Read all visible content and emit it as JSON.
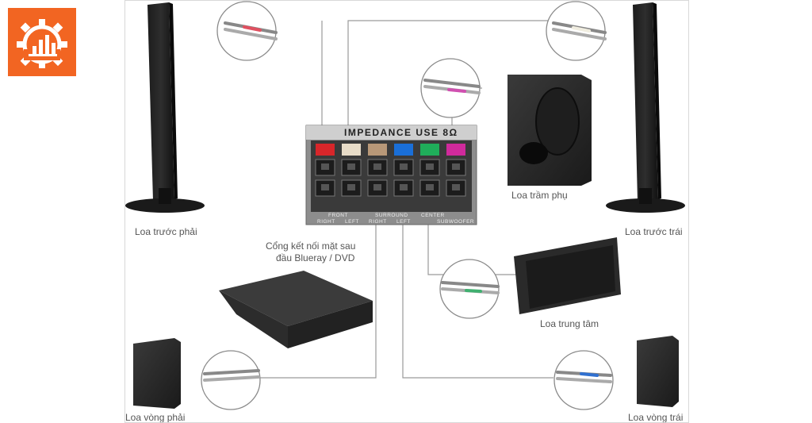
{
  "logo": {
    "icon": "gear-chart-icon",
    "color": "#f26522"
  },
  "panel": {
    "title": "IMPEDANCE USE 8Ω",
    "group_front": "FRONT",
    "group_surround": "SURROUND",
    "group_center": "CENTER",
    "front_right": "RIGHT",
    "front_left": "LEFT",
    "surround_right": "RIGHT",
    "surround_left": "LEFT",
    "subwoofer": "SUBWOOFER",
    "terminal_colors": [
      "#d8262a",
      "#e8dcc8",
      "#b89878",
      "#1a6fd8",
      "#1fae5a",
      "#d02a9c"
    ]
  },
  "labels": {
    "front_right": "Loa trước phải",
    "front_left": "Loa trước trái",
    "subwoofer": "Loa trầm phụ",
    "center": "Loa trung tâm",
    "player_line1": "Cổng kết nối mặt sau",
    "player_line2": "đầu Blueray / DVD",
    "surround_right": "Loa vòng phải",
    "surround_left": "Loa vòng trái"
  }
}
